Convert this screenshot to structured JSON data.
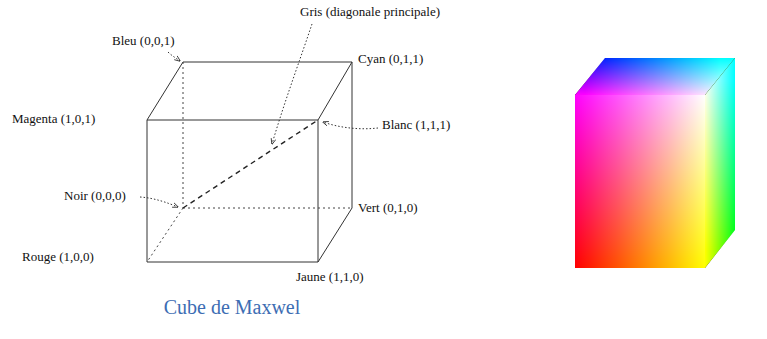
{
  "diagram": {
    "caption": "Cube de Maxwel",
    "labels": [
      "Gris (diagonale principale)",
      "Bleu (0,0,1)",
      "Cyan (0,1,1)",
      "Magenta (1,0,1)",
      "Blanc (1,1,1)",
      "Noir (0,0,0)",
      "Vert (0,1,0)",
      "Rouge (1,0,0)",
      "Jaune (1,1,0)"
    ]
  }
}
